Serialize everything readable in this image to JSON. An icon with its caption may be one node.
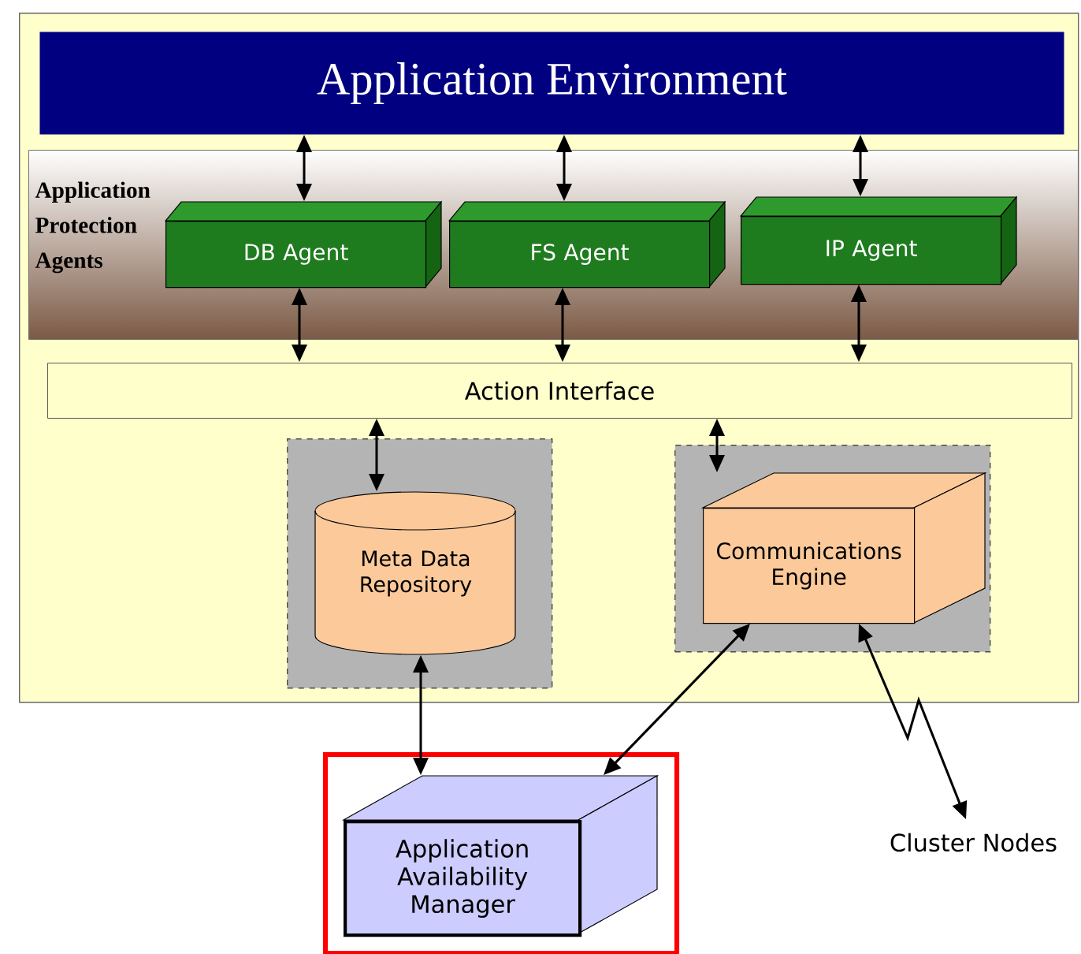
{
  "diagram": {
    "nodes": [
      {
        "text": [],
        "shape": "box"
      },
      {
        "text": [
          "Application Environment"
        ],
        "in": 0
      },
      {
        "text": [
          "Application Protection Agents"
        ],
        "in": 0
      },
      {
        "text": [
          "DB Agent"
        ],
        "in": 2
      },
      {
        "text": [
          "FS Agent"
        ],
        "in": 2
      },
      {
        "text": [
          "IP Agent"
        ],
        "in": 2
      },
      {
        "text": [
          "Action Interface"
        ],
        "in": 0
      },
      {
        "text": [],
        "shape": "box",
        "in": 0
      },
      {
        "text": [
          "Meta Data Repository"
        ],
        "in": 7
      },
      {
        "text": [],
        "shape": "box",
        "in": 0
      },
      {
        "text": [
          "Communications Engine"
        ],
        "in": 9
      },
      {
        "text": [],
        "shape": "box"
      },
      {
        "text": [
          "Application Availability Manager"
        ],
        "in": 11
      },
      {
        "text": [
          "Cluster Nodes"
        ]
      }
    ],
    "edges": [
      {
        "from": 1,
        "to": 3,
        "arrow": "both"
      },
      {
        "from": 1,
        "to": 4,
        "arrow": "both"
      },
      {
        "from": 1,
        "to": 5,
        "arrow": "both"
      },
      {
        "from": 3,
        "to": 6,
        "arrow": "both"
      },
      {
        "from": 4,
        "to": 6,
        "arrow": "both"
      },
      {
        "from": 5,
        "to": 6,
        "arrow": "both"
      },
      {
        "from": 6,
        "to": 8,
        "arrow": "both"
      },
      {
        "from": 6,
        "to": 10,
        "arrow": "both"
      },
      {
        "from": 8,
        "to": 12,
        "arrow": "both"
      },
      {
        "from": 10,
        "to": 12,
        "arrow": "both"
      },
      {
        "from": 10,
        "to": 13,
        "arrow": "both"
      }
    ]
  }
}
